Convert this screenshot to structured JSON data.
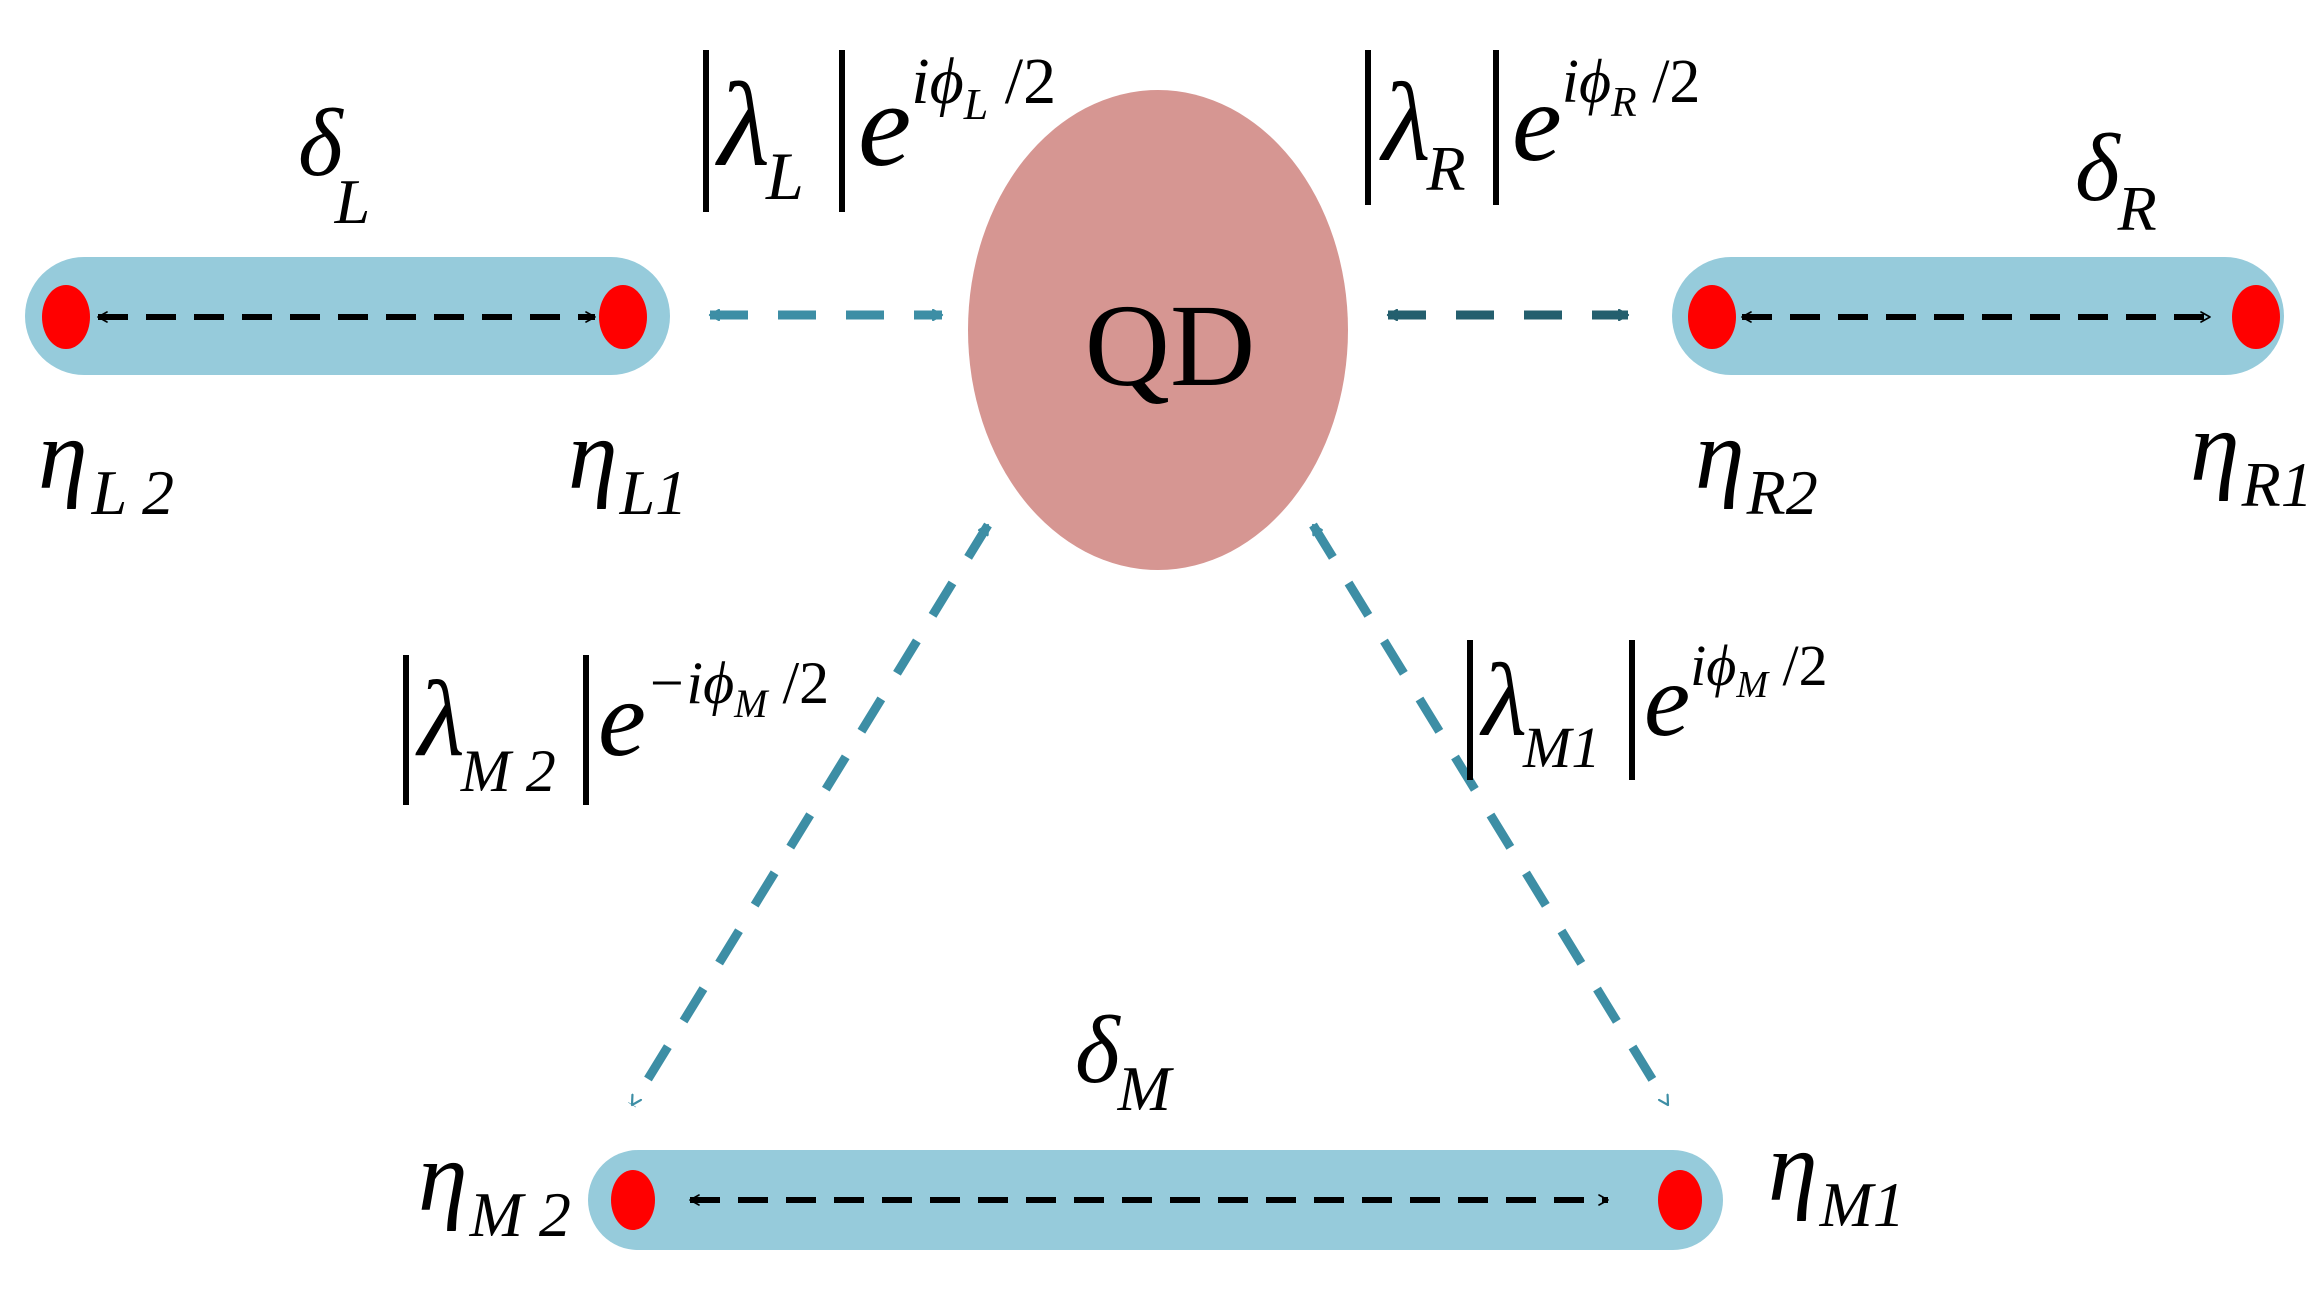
{
  "center": {
    "label": "QD",
    "fill": "#d69692"
  },
  "colors": {
    "wire": "#96cbdb",
    "majorana": "#ff0000",
    "coupling_arrow": "#3d8ea5",
    "coupling_arrow_right": "#245f6e",
    "wire_arrow": "#000000"
  },
  "wires": {
    "left": {
      "overlap": {
        "symbol": "δ",
        "sub": "L"
      },
      "end1": {
        "symbol": "η",
        "sub": "L1"
      },
      "end2": {
        "symbol": "η",
        "sub": "L 2"
      }
    },
    "right": {
      "overlap": {
        "symbol": "δ",
        "sub": "R"
      },
      "end1": {
        "symbol": "η",
        "sub": "R1"
      },
      "end2": {
        "symbol": "η",
        "sub": "R2"
      }
    },
    "middle": {
      "overlap": {
        "symbol": "δ",
        "sub": "M"
      },
      "end1": {
        "symbol": "η",
        "sub": "M1"
      },
      "end2": {
        "symbol": "η",
        "sub": "M 2"
      }
    }
  },
  "couplings": {
    "left": {
      "lambda": "λ",
      "lsub": "L",
      "e": "e",
      "exp_pre": "i",
      "phi": "ϕ",
      "phisub": "L",
      "exp_post": " /2"
    },
    "right": {
      "lambda": "λ",
      "lsub": "R",
      "e": "e",
      "exp_pre": "i",
      "phi": "ϕ",
      "phisub": "R",
      "exp_post": " /2"
    },
    "m2": {
      "lambda": "λ",
      "lsub": "M 2",
      "e": "e",
      "exp_pre": "−i",
      "phi": "ϕ",
      "phisub": "M",
      "exp_post": " /2"
    },
    "m1": {
      "lambda": "λ",
      "lsub": "M1",
      "e": "e",
      "exp_pre": "i",
      "phi": "ϕ",
      "phisub": "M",
      "exp_post": " /2"
    }
  }
}
